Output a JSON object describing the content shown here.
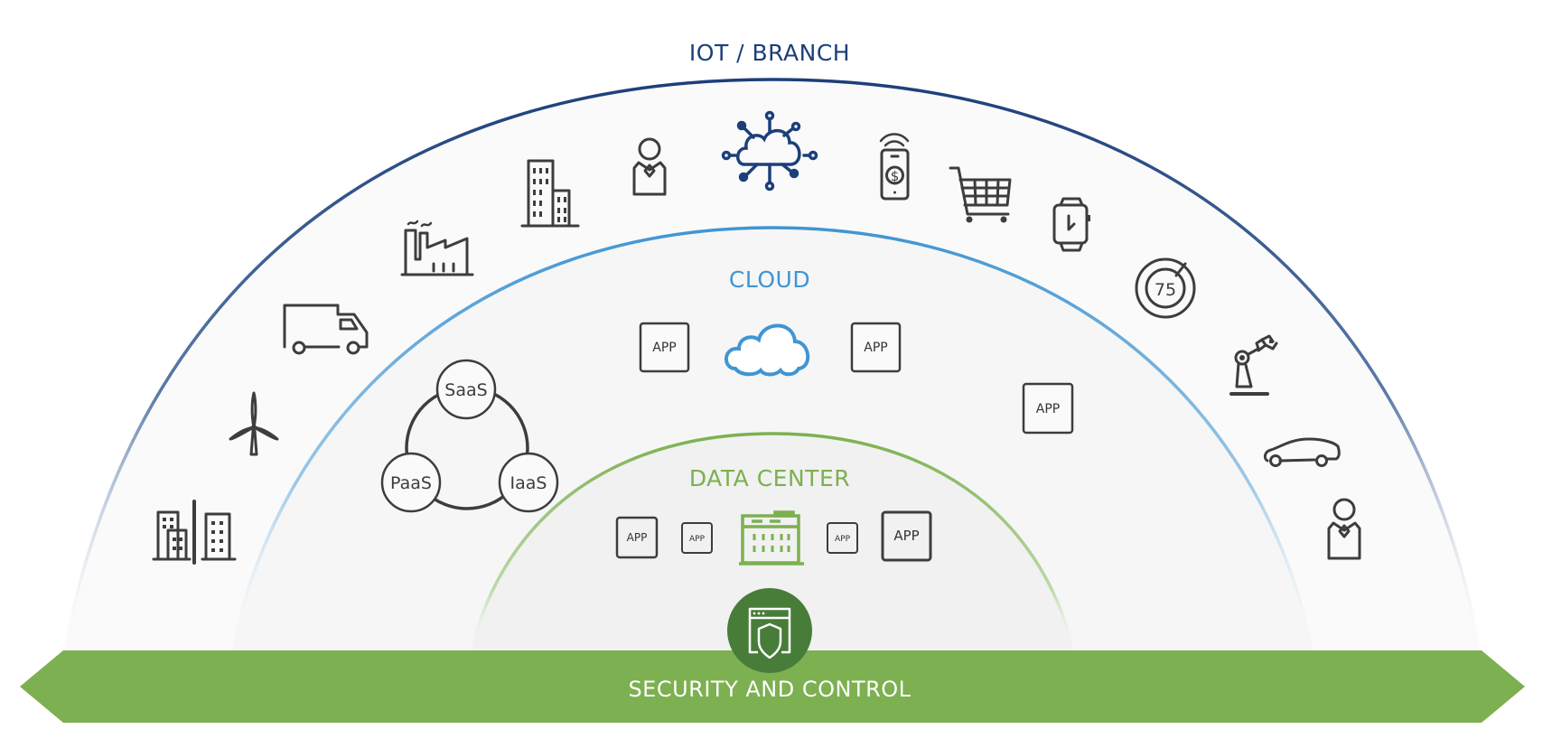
{
  "diagram": {
    "rings": {
      "outer": {
        "title": "IOT / BRANCH",
        "color": "#1c3f7a"
      },
      "middle": {
        "title": "CLOUD",
        "color": "#3f95d2"
      },
      "inner": {
        "title": "DATA CENTER",
        "color": "#7cb050"
      }
    },
    "banner": {
      "label": "SECURITY AND CONTROL",
      "color": "#7cb050",
      "badge_color": "#477c39"
    },
    "cloud_services": [
      "SaaS",
      "PaaS",
      "IaaS"
    ],
    "app_label": "APP",
    "thermostat_value": "75",
    "dollar_symbol": "$",
    "edge_icons": [
      "campus-buildings-icon",
      "wind-turbine-icon",
      "delivery-truck-icon",
      "factory-icon",
      "office-building-icon",
      "person-icon",
      "iot-cloud-network-icon",
      "mobile-payment-icon",
      "shopping-cart-icon",
      "smartwatch-icon",
      "thermostat-icon",
      "robot-arm-icon",
      "car-icon",
      "person-icon"
    ],
    "cloud_icons": [
      "app-icon",
      "cloud-icon",
      "app-icon",
      "app-icon",
      "service-triad-icon"
    ],
    "datacenter_icons": [
      "app-icon",
      "app-icon",
      "datacenter-building-icon",
      "app-icon",
      "app-icon"
    ],
    "security_icon": "secure-browser-shield-icon"
  }
}
